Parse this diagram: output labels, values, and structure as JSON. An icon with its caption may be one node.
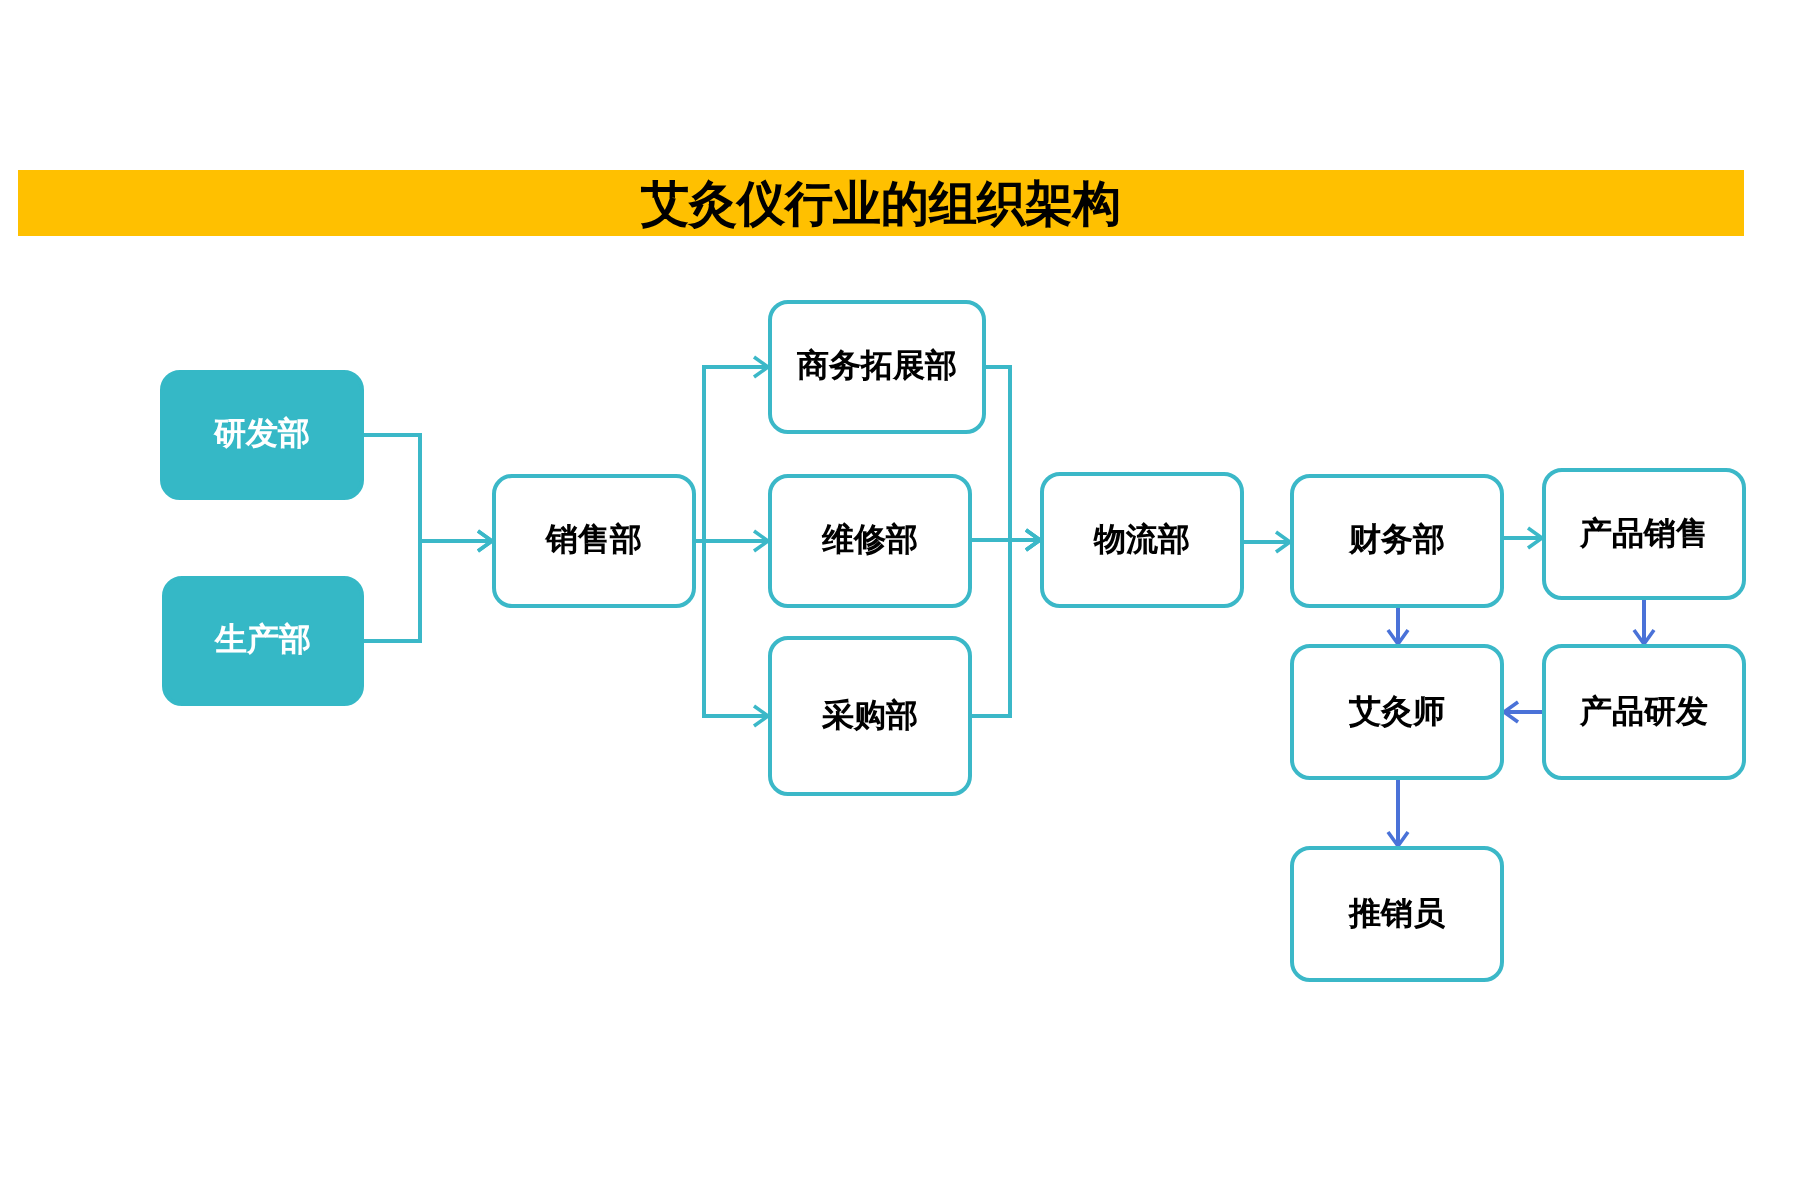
{
  "diagram": {
    "title": "艾灸仪行业的组织架构",
    "nodes": [
      {
        "text": [
          "研发部"
        ]
      },
      {
        "text": [
          "生产部"
        ]
      },
      {
        "text": [
          "销售部"
        ]
      },
      {
        "text": [
          "商务拓展部"
        ]
      },
      {
        "text": [
          "维修部"
        ]
      },
      {
        "text": [
          "采购部"
        ]
      },
      {
        "text": [
          "物流部"
        ]
      },
      {
        "text": [
          "财务部"
        ]
      },
      {
        "text": [
          "产品销售"
        ]
      },
      {
        "text": [
          "艾灸师"
        ]
      },
      {
        "text": [
          "产品研发"
        ]
      },
      {
        "text": [
          "推销员"
        ]
      }
    ],
    "edges": [
      {
        "from": 0,
        "to": 2,
        "arrow": "to"
      },
      {
        "from": 1,
        "to": 2,
        "arrow": "to"
      },
      {
        "from": 2,
        "to": 3,
        "arrow": "to"
      },
      {
        "from": 2,
        "to": 4,
        "arrow": "to"
      },
      {
        "from": 2,
        "to": 5,
        "arrow": "to"
      },
      {
        "from": 3,
        "to": 6,
        "arrow": "to"
      },
      {
        "from": 4,
        "to": 6,
        "arrow": "to"
      },
      {
        "from": 5,
        "to": 6,
        "arrow": "to"
      },
      {
        "from": 6,
        "to": 7,
        "arrow": "to"
      },
      {
        "from": 7,
        "to": 8,
        "arrow": "to"
      },
      {
        "from": 7,
        "to": 9,
        "arrow": "to",
        "color": "#4a72d8"
      },
      {
        "from": 8,
        "to": 10,
        "arrow": "to",
        "color": "#4a72d8"
      },
      {
        "from": 10,
        "to": 9,
        "arrow": "to",
        "color": "#4a72d8"
      },
      {
        "from": 9,
        "to": 11,
        "arrow": "to",
        "color": "#4a72d8"
      }
    ]
  }
}
